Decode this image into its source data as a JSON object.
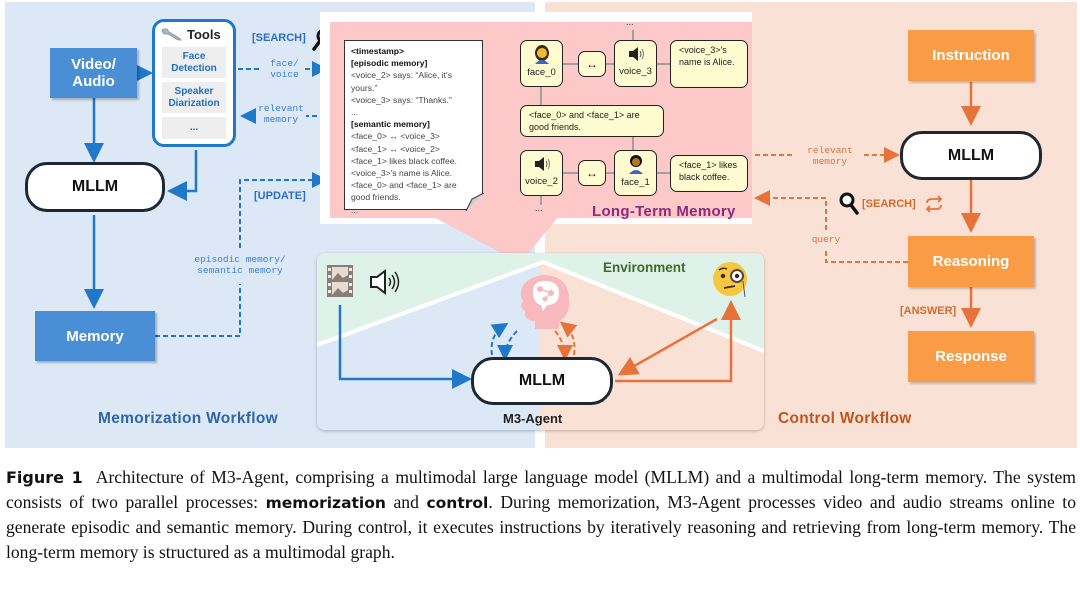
{
  "figure": {
    "colors": {
      "memorization_blue": "#4a8fd6",
      "control_orange": "#f99c45",
      "ltm_pink": "#fcc8c8",
      "node_yellow": "#fffbd1",
      "memorization_bg": "#dce8f6",
      "control_bg": "#fae1d6",
      "env_green": "#dff2ea",
      "ltm_title": "#8b2a7e"
    },
    "memorization": {
      "video_audio": "Video/\nAudio",
      "tools_title": "Tools",
      "tools_icon": "wrench-icon",
      "tools": [
        "Face Detection",
        "Speaker Diarization",
        "..."
      ],
      "search_tag": "[SEARCH]",
      "search_icon": "magnifier-icon",
      "face_voice_label": "face/\nvoice",
      "relevant_memory_label": "relevant\nmemory",
      "mllm": "MLLM",
      "update_tag": "[UPDATE]",
      "memory_type_label": "episodic memory/\nsemantic memory",
      "memory_box": "Memory",
      "title": "Memorization Workflow"
    },
    "long_term_memory": {
      "title": "Long-Term Memory",
      "note": {
        "timestamp": "<timestamp>",
        "episodic_header": "[episodic memory]",
        "episodic": [
          "<voice_2> says: “Alice, it's yours.”",
          "<voice_3> says: “Thanks.”",
          "..."
        ],
        "semantic_header": "[semantic memory]",
        "semantic": [
          "<face_0> ↔ <voice_3>",
          "<face_1> ↔ <voice_2>",
          "<face_1> likes black coffee.",
          "<voice_3>'s name is Alice.",
          "<face_0> and <face_1> are good friends.",
          "..."
        ]
      },
      "graph": {
        "nodes": [
          {
            "id": "face_0",
            "icon": "woman-face-icon",
            "label": "face_0"
          },
          {
            "id": "voice_3",
            "icon": "speaker-icon",
            "label": "voice_3"
          },
          {
            "id": "voice_2",
            "icon": "speaker-icon",
            "label": "voice_2"
          },
          {
            "id": "face_1",
            "icon": "person-face-icon",
            "label": "face_1"
          }
        ],
        "link_symbol": "↔",
        "facts": {
          "voice_3_name": "<voice_3>'s name is Alice.",
          "friends": "<face_0> and <face_1> are good friends.",
          "face_1_coffee": "<face_1> likes black coffee."
        },
        "ellipsis": "..."
      }
    },
    "agent": {
      "environment_label": "Environment",
      "mllm": "MLLM",
      "agent_label": "M3-Agent",
      "icons": [
        "film-strip-icon",
        "speaker-icon",
        "brain-head-icon",
        "monocle-face-icon"
      ]
    },
    "control": {
      "instruction": "Instruction",
      "mllm": "MLLM",
      "relevant_memory_label": "relevant\nmemory",
      "search_tag": "[SEARCH]",
      "loop_icon": "repeat-icon",
      "query_label": "query",
      "reasoning": "Reasoning",
      "answer_tag": "[ANSWER]",
      "response": "Response",
      "title": "Control Workflow"
    }
  },
  "caption": {
    "label": "Figure 1",
    "part1": "Architecture of M3-Agent, comprising a multimodal large language model (MLLM) and a multimodal long-term memory. The system consists of two parallel processes: ",
    "kw1": "memorization",
    "and": " and ",
    "kw2": "control",
    "part2": ". During memorization, M3-Agent processes video and audio streams online to generate episodic and semantic memory. During control, it executes instructions by iteratively reasoning and retrieving from long-term memory. The long-term memory is structured as a multimodal graph."
  }
}
